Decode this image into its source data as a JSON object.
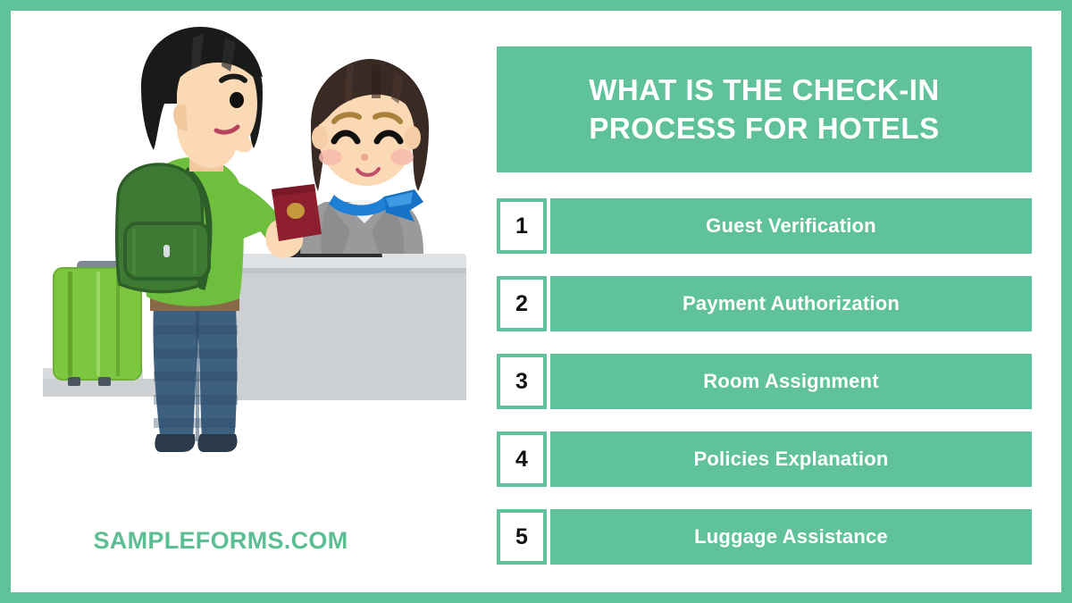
{
  "theme": {
    "accent_green": "#5FC29B",
    "brand_green": "#5BBF93",
    "background": "#ffffff",
    "text_on_accent": "#ffffff",
    "number_text": "#111111"
  },
  "header": {
    "title": "WHAT IS THE CHECK-IN PROCESS FOR HOTELS",
    "title_line_1": "WHAT IS THE CHECK-IN",
    "title_line_2": "PROCESS FOR HOTELS"
  },
  "steps": [
    {
      "number": "1",
      "label": "Guest Verification"
    },
    {
      "number": "2",
      "label": "Payment Authorization"
    },
    {
      "number": "3",
      "label": "Room Assignment"
    },
    {
      "number": "4",
      "label": "Policies Explanation"
    },
    {
      "number": "5",
      "label": "Luggage Assistance"
    }
  ],
  "footer": {
    "brand": "SAMPLEFORMS.COM"
  },
  "illustration": {
    "name": "hotel-check-in-illustration",
    "description": "Traveler with backpack and green suitcase handing a red passport to a smiling hotel receptionist behind a grey reception counter with a laptop",
    "elements": [
      "male-traveler",
      "green-backpack",
      "green-suitcase",
      "red-passport",
      "female-receptionist",
      "blue-neck-scarf",
      "grey-blazer",
      "reception-counter",
      "laptop"
    ],
    "colors": {
      "jacket_green": "#6FBF3F",
      "backpack_green": "#3F7A35",
      "suitcase_green": "#7DC63F",
      "jeans_blue": "#3D5F80",
      "hair_black": "#1A1A1A",
      "hair_brown": "#3A2A24",
      "skin": "#FBD9B5",
      "passport_red": "#8E1F2F",
      "passport_emblem": "#C49A3C",
      "scarf_blue": "#1E7FD4",
      "blazer_grey": "#9A9A9A",
      "counter_grey": "#D5D8DA"
    }
  }
}
